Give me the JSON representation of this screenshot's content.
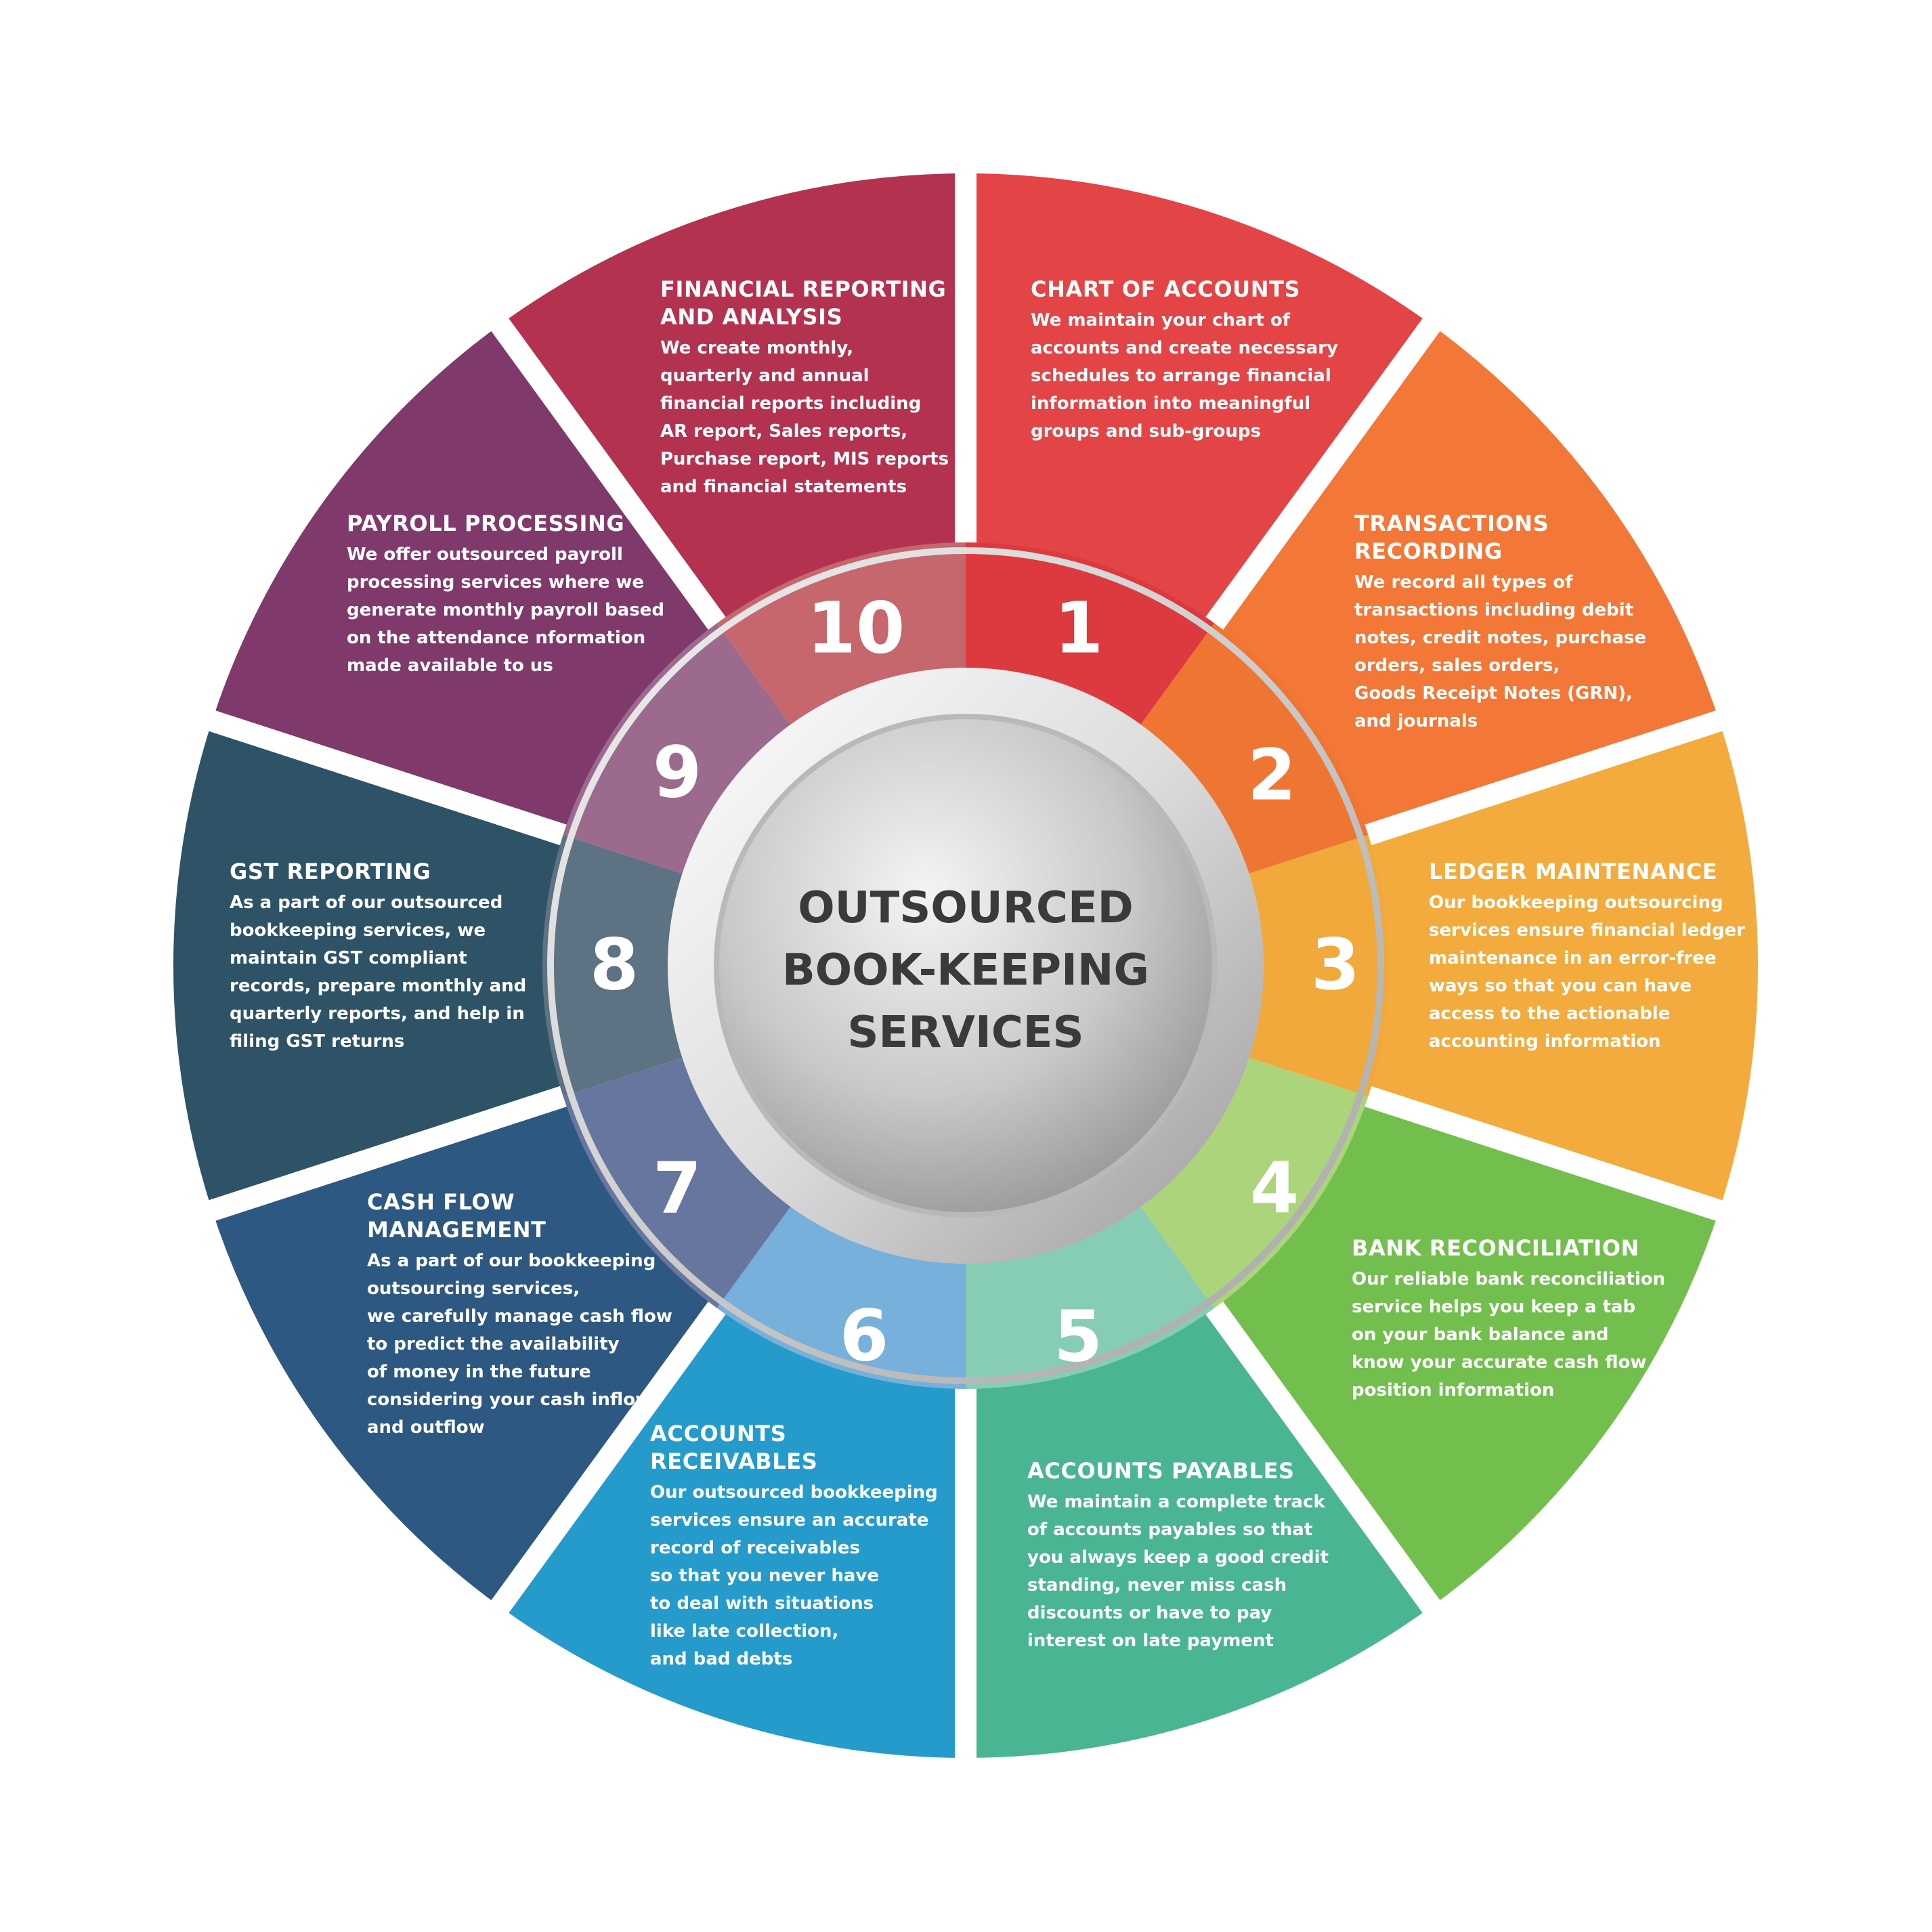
{
  "center": {
    "lines": [
      "OUTSOURCED",
      "BOOK-KEEPING",
      "SERVICES"
    ]
  },
  "segments": [
    {
      "number": "1",
      "color": "#e34446",
      "light_color": "#dc3a3e",
      "title": [
        "CHART OF ACCOUNTS"
      ],
      "body": [
        "We maintain your chart of",
        "accounts and create necessary",
        "schedules to arrange financial",
        "information into meaningful",
        "groups and sub-groups"
      ]
    },
    {
      "number": "2",
      "color": "#f37736",
      "light_color": "#ef7533",
      "title": [
        "TRANSACTIONS",
        "RECORDING"
      ],
      "body": [
        "We record all types of",
        "transactions including debit",
        "notes, credit notes, purchase",
        "orders, sales orders,",
        "Goods Receipt Notes (GRN),",
        "and journals"
      ]
    },
    {
      "number": "3",
      "color": "#f2ab3c",
      "light_color": "#f0a93a",
      "title": [
        "LEDGER MAINTENANCE"
      ],
      "body": [
        "Our bookkeeping outsourcing",
        "services ensure financial ledger",
        "maintenance in an error-free",
        "ways so that you can have",
        "access to the actionable",
        "accounting information"
      ]
    },
    {
      "number": "4",
      "color": "#72bf4e",
      "light_color": "#acd47a",
      "title": [
        "BANK RECONCILIATION"
      ],
      "body": [
        "Our reliable bank reconciliation",
        "service helps you keep a tab",
        "on your bank balance and",
        "know your accurate cash flow",
        "position information"
      ]
    },
    {
      "number": "5",
      "color": "#4ab593",
      "light_color": "#86cdb4",
      "title": [
        "ACCOUNTS PAYABLES"
      ],
      "body": [
        "We maintain a complete track",
        "of accounts payables so that",
        "you always keep a good credit",
        "standing, never miss cash",
        "discounts or have to pay",
        "interest on late payment"
      ]
    },
    {
      "number": "6",
      "color": "#259bcc",
      "light_color": "#77b0da",
      "title": [
        "ACCOUNTS",
        "RECEIVABLES"
      ],
      "body": [
        "Our outsourced bookkeeping",
        "services ensure an accurate",
        "record of receivables",
        "so that you never have",
        "to deal with situations",
        "like late collection,",
        "and bad debts"
      ]
    },
    {
      "number": "7",
      "color": "#2d5881",
      "light_color": "#67769f",
      "title": [
        "CASH FLOW",
        "MANAGEMENT"
      ],
      "body": [
        "As a part of our bookkeeping",
        "outsourcing services,",
        "we carefully manage cash flow",
        "to predict the availability",
        "of money in the future",
        "considering your cash inflow",
        "and outflow"
      ]
    },
    {
      "number": "8",
      "color": "#2e5366",
      "light_color": "#5d7283",
      "title": [
        "GST REPORTING"
      ],
      "body": [
        "As a part of our outsourced",
        "bookkeeping services, we",
        "maintain GST compliant",
        "records, prepare monthly and",
        "quarterly reports, and help in",
        "filing GST returns"
      ]
    },
    {
      "number": "9",
      "color": "#80396b",
      "light_color": "#9c6a8c",
      "title": [
        "PAYROLL PROCESSING"
      ],
      "body": [
        "We offer outsourced payroll",
        "processing services where we",
        "generate monthly payroll based",
        "on the attendance nformation",
        "made available to us"
      ]
    },
    {
      "number": "10",
      "color": "#b3324f",
      "light_color": "#c5676d",
      "title": [
        "FINANCIAL REPORTING",
        "AND ANALYSIS"
      ],
      "body": [
        "We create monthly,",
        "quarterly and annual",
        "financial reports including",
        "AR report, Sales reports,",
        "Purchase report, MIS reports",
        "and financial statements"
      ]
    }
  ]
}
